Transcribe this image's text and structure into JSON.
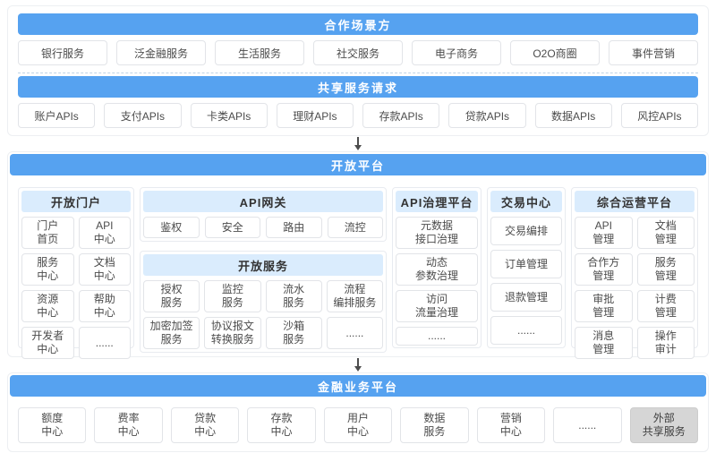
{
  "theme": {
    "bar_blue": "#56a2f0",
    "header_light_blue": "#daecfd",
    "box_border": "#e2e4e8",
    "dashed_divider": "#bfd4e6",
    "gray_box_bg": "#d6d6d6"
  },
  "partners": {
    "title": "合作场景方",
    "items": [
      "银行服务",
      "泛金融服务",
      "生活服务",
      "社交服务",
      "电子商务",
      "O2O商圈",
      "事件营销"
    ]
  },
  "requests": {
    "title": "共享服务请求",
    "items": [
      "账户APIs",
      "支付APIs",
      "卡类APIs",
      "理财APIs",
      "存款APIs",
      "贷款APIs",
      "数据APIs",
      "风控APIs"
    ]
  },
  "open": {
    "title": "开放平台",
    "portal": {
      "title": "开放门户",
      "items": [
        "门户\n首页",
        "API\n中心",
        "服务\n中心",
        "文档\n中心",
        "资源\n中心",
        "帮助\n中心",
        "开发者\n中心",
        "......"
      ]
    },
    "gateway": {
      "title": "API网关",
      "top_items": [
        "鉴权",
        "安全",
        "路由",
        "流控"
      ],
      "sub": {
        "title": "开放服务",
        "items": [
          "授权\n服务",
          "监控\n服务",
          "流水\n服务",
          "流程\n编排服务",
          "加密加签\n服务",
          "协议报文\n转换服务",
          "沙箱\n服务",
          "......"
        ]
      }
    },
    "governance": {
      "title": "API治理平台",
      "items": [
        "元数据\n接口治理",
        "动态\n参数治理",
        "访问\n流量治理",
        "......"
      ]
    },
    "trade": {
      "title": "交易中心",
      "items": [
        "交易编排",
        "订单管理",
        "退款管理",
        "......"
      ]
    },
    "operation": {
      "title": "综合运营平台",
      "items": [
        "API\n管理",
        "文档\n管理",
        "合作方\n管理",
        "服务\n管理",
        "审批\n管理",
        "计费\n管理",
        "消息\n管理",
        "操作\n审计"
      ]
    }
  },
  "finance": {
    "title": "金融业务平台",
    "items": [
      "额度\n中心",
      "费率\n中心",
      "贷款\n中心",
      "存款\n中心",
      "用户\n中心",
      "数据\n服务",
      "营销\n中心",
      "......",
      "外部\n共享服务"
    ]
  }
}
